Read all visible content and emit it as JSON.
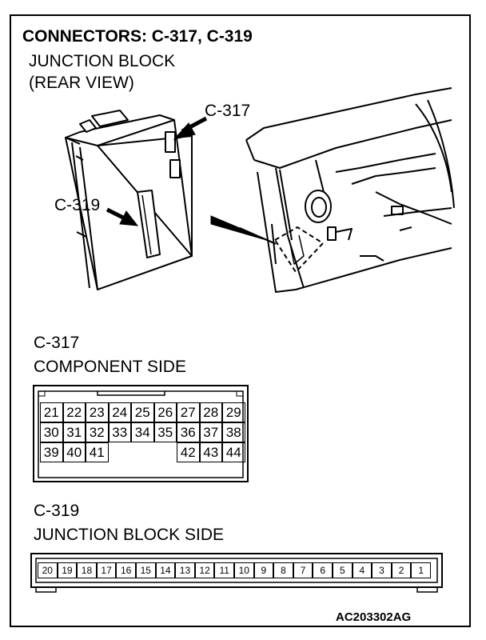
{
  "title": "CONNECTORS: C-317, C-319",
  "location": {
    "line1": "JUNCTION BLOCK",
    "line2": "(REAR VIEW)"
  },
  "callouts": {
    "c317": "C-317",
    "c319": "C-319"
  },
  "connector_c317": {
    "name": "C-317",
    "side": "COMPONENT SIDE",
    "row1": [
      "21",
      "22",
      "23",
      "24",
      "25",
      "26",
      "27",
      "28",
      "29"
    ],
    "row2": [
      "30",
      "31",
      "32",
      "33",
      "34",
      "35",
      "36",
      "37",
      "38"
    ],
    "row3_left": [
      "39",
      "40",
      "41"
    ],
    "row3_right": [
      "42",
      "43",
      "44"
    ]
  },
  "connector_c319": {
    "name": "C-319",
    "side": "JUNCTION BLOCK SIDE",
    "pins": [
      "20",
      "19",
      "18",
      "17",
      "16",
      "15",
      "14",
      "13",
      "12",
      "11",
      "10",
      "9",
      "8",
      "7",
      "6",
      "5",
      "4",
      "3",
      "2",
      "1"
    ]
  },
  "figure_code": "AC203302AG"
}
